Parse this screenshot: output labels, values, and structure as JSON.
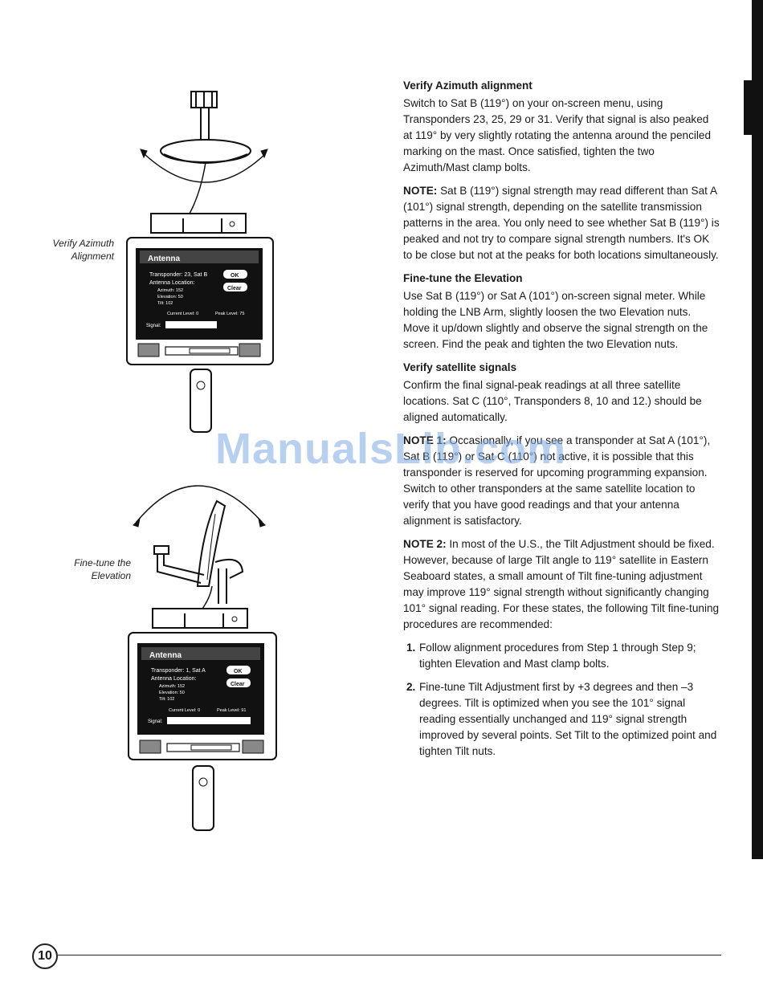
{
  "page_number": "10",
  "watermark": "ManualsLib.com",
  "captions": {
    "azimuth": [
      "Verify Azimuth",
      "Alignment"
    ],
    "elevation": [
      "Fine-tune the",
      "Elevation"
    ]
  },
  "screen1": {
    "title": "Antenna",
    "transponder": "Transponder: 23, Sat B",
    "ok": "OK",
    "location": "Antenna Location:",
    "clear": "Clear",
    "azimuth": "Azimuth: 152",
    "elevation": "Elevation: 50",
    "tilt": "Tilt: 102",
    "current_level": "Current Level: 0",
    "peak_level": "Peak Level: 75",
    "signal": "Signal:"
  },
  "screen2": {
    "title": "Antenna",
    "transponder": "Transponder: 1, Sat A",
    "ok": "OK",
    "location": "Antenna Location:",
    "clear": "Clear",
    "azimuth": "Azimuth: 152",
    "elevation": "Elevation: 50",
    "tilt": "Tilt: 102",
    "current_level": "Current Level: 0",
    "peak_level": "Peak Level: 91",
    "signal": "Signal:"
  },
  "section1": {
    "heading": "Verify Azimuth alignment",
    "body": "Switch to Sat B (119°) on your on-screen menu, using Transponders 23, 25, 29 or 31. Verify that signal is also peaked at 119° by very slightly rotating the antenna around the penciled marking on the mast. Once satisfied, tighten the two Azimuth/Mast clamp bolts."
  },
  "note1": {
    "label": "NOTE:",
    "body": " Sat B (119°) signal strength may read different than Sat A (101°) signal strength, depending on the satellite transmission patterns in the area. You only need to see whether Sat B (119°) is peaked and not try to compare signal strength numbers. It's OK to be close but not at the peaks for both locations simultaneously."
  },
  "section2": {
    "heading": "Fine-tune the Elevation",
    "body": "Use Sat B (119°) or Sat A (101°) on-screen signal meter. While holding the LNB Arm, slightly loosen the two Elevation nuts. Move it up/down slightly and observe the signal strength on the screen. Find the peak and tighten the two Elevation nuts."
  },
  "section3": {
    "heading": "Verify satellite signals",
    "body": "Confirm the final signal-peak readings at all three satellite locations. Sat C (110°, Transponders 8, 10 and 12.) should be aligned automatically."
  },
  "note_obscured": {
    "label": "NOTE 1:",
    "body": " Occasionally, if you see a transponder at Sat A (101°), Sat B (119°) or Sat C (110°) not active, it is possible that this transponder is reserved for upcoming programming expansion. Switch to other transponders at the same satellite location to verify that you have good readings and that your antenna alignment is satisfactory."
  },
  "note2": {
    "label": "NOTE 2:",
    "body": " In most of the U.S., the Tilt Adjustment should be fixed. However, because of large Tilt angle to 119° satellite in Eastern Seaboard states, a small amount of Tilt fine-tuning adjustment may improve 119° signal strength without significantly changing 101° signal reading. For these states, the following Tilt fine-tuning procedures are recommended:"
  },
  "steps": [
    {
      "num": "1.",
      "text": "Follow alignment procedures from Step 1 through Step 9; tighten Elevation and Mast clamp bolts."
    },
    {
      "num": "2.",
      "text": "Fine-tune Tilt Adjustment first by +3 degrees and then –3 degrees. Tilt is optimized when you see the 101° signal reading essentially unchanged and 119° signal strength improved by several points. Set Tilt to the optimized point and tighten Tilt nuts."
    }
  ]
}
